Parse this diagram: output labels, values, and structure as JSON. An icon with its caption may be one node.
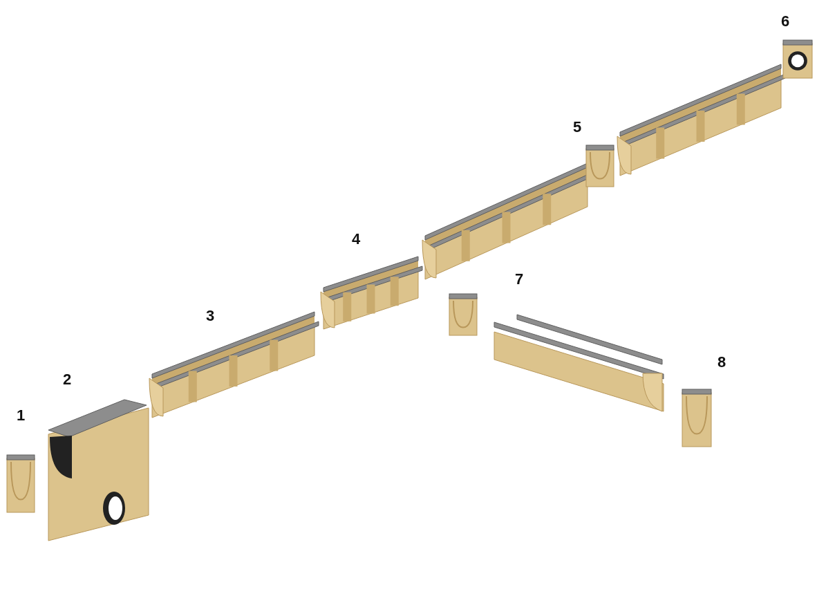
{
  "diagram": {
    "labels": [
      "6",
      "5",
      "4",
      "7",
      "3",
      "8",
      "2",
      "1"
    ]
  }
}
